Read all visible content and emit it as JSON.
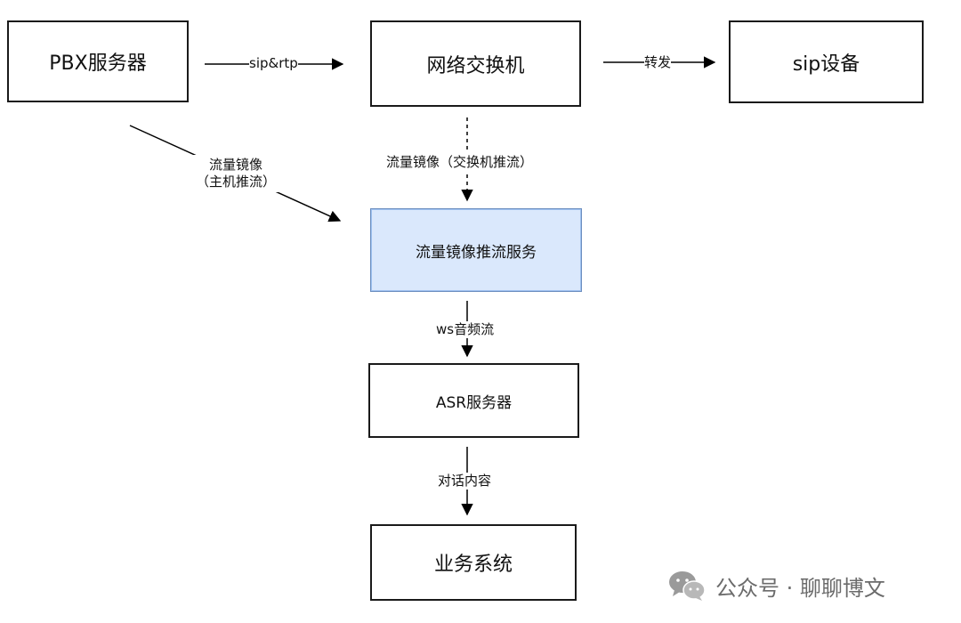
{
  "nodes": {
    "pbx": "PBX服务器",
    "switch": "网络交换机",
    "sip_device": "sip设备",
    "mirror_service": "流量镜像推流服务",
    "asr": "ASR服务器",
    "business": "业务系统"
  },
  "edges": {
    "pbx_to_switch": "sip&rtp",
    "switch_to_sip": "转发",
    "host_mirror_line1": "流量镜像",
    "host_mirror_line2": "（主机推流）",
    "switch_mirror": "流量镜像（交换机推流）",
    "ws_stream": "ws音频流",
    "dialog": "对话内容"
  },
  "colors": {
    "highlight_fill": "#dae8fc",
    "highlight_border": "#6c8ebf",
    "line": "#000000"
  },
  "watermark": {
    "text": "公众号 · 聊聊博文",
    "icon": "wechat-icon"
  }
}
